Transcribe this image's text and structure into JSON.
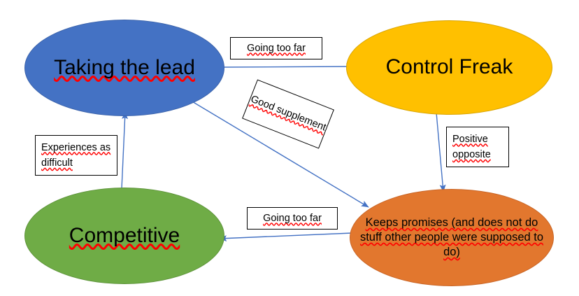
{
  "diagram": {
    "title": "Taking the lead / Control Freak / Competitive behaviour map",
    "background_color": "#FFFFFF",
    "arrow_color": "#4472C4",
    "nodes": [
      {
        "id": "taking-lead",
        "label": "Taking the lead",
        "fill": "#4472C4",
        "stroke": "#3B63AB",
        "shape": "ellipse"
      },
      {
        "id": "control-freak",
        "label": "Control Freak",
        "fill": "#FFC000",
        "stroke": "#D9A400",
        "shape": "ellipse"
      },
      {
        "id": "competitive",
        "label": "Competitive",
        "fill": "#6FAC46",
        "stroke": "#5E943B",
        "shape": "ellipse"
      },
      {
        "id": "keeps-promises",
        "label": "Keeps promises (and does not do stuff other people were supposed to do)",
        "fill": "#E2772E",
        "stroke": "#C96526",
        "shape": "ellipse"
      }
    ],
    "edges": [
      {
        "id": "lead-to-control",
        "from": "taking-lead",
        "to": "control-freak",
        "label": "Going too far"
      },
      {
        "id": "lead-to-keeps",
        "from": "taking-lead",
        "to": "keeps-promises",
        "label": "Good supplement"
      },
      {
        "id": "control-to-keeps",
        "from": "control-freak",
        "to": "keeps-promises",
        "label": "Positive opposite"
      },
      {
        "id": "keeps-to-competitive",
        "from": "keeps-promises",
        "to": "competitive",
        "label": "Going too far"
      },
      {
        "id": "competitive-to-lead",
        "from": "competitive",
        "to": "taking-lead",
        "label": "Experiences as difficult"
      }
    ]
  }
}
